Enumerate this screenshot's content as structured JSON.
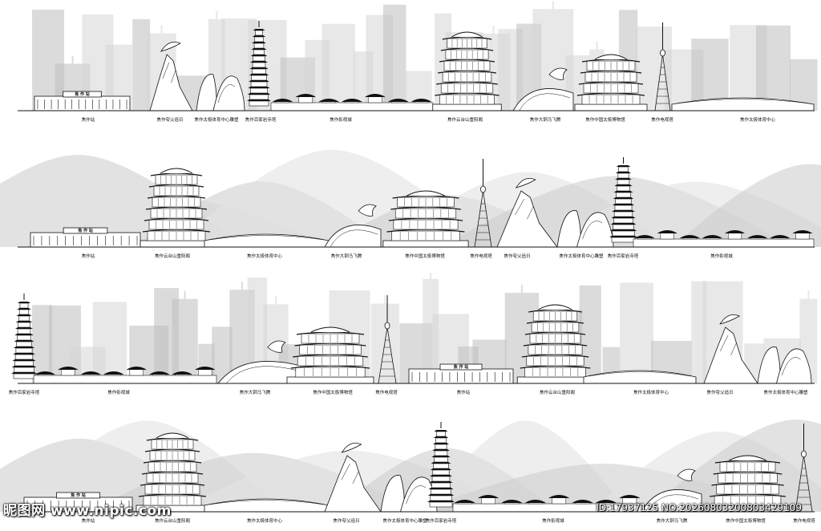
{
  "labels": {
    "station": "焦作站",
    "kuafu": "焦作夸父追日",
    "sports_sculpture": "焦作太极体育中心雕塑",
    "pagoda": "焦作百家岩寺塔",
    "film_city": "焦作影视城",
    "yuntai": "焦作云台山重阳阁",
    "horse": "焦作大铜马飞腾",
    "museum": "焦作中国太极博物馆",
    "tv_tower": "焦作电视塔",
    "sports_center": "焦作太极体育中心"
  },
  "station_sign": "焦 作 站",
  "watermark": {
    "left": "昵图网 www.nipic.com",
    "right": "ID:17937125 NO:20260803200803429109"
  },
  "panels": [
    {
      "name": "panel-1",
      "background": "city",
      "items": [
        "station",
        "kuafu",
        "sports_sculpture",
        "pagoda",
        "film_city",
        "yuntai",
        "horse",
        "museum",
        "tv_tower",
        "sports_center"
      ]
    },
    {
      "name": "panel-2",
      "background": "mountains",
      "items": [
        "station",
        "yuntai",
        "sports_center",
        "horse",
        "museum",
        "tv_tower",
        "kuafu",
        "sports_sculpture",
        "pagoda",
        "film_city"
      ]
    },
    {
      "name": "panel-3",
      "background": "city",
      "items": [
        "pagoda",
        "film_city",
        "horse",
        "museum",
        "tv_tower",
        "station",
        "yuntai",
        "sports_center",
        "kuafu",
        "sports_sculpture"
      ]
    },
    {
      "name": "panel-4",
      "background": "mountains",
      "items": [
        "station",
        "yuntai",
        "sports_center",
        "kuafu",
        "sports_sculpture",
        "pagoda",
        "film_city",
        "horse",
        "museum",
        "tv_tower"
      ]
    }
  ],
  "colors": {
    "ink": "#111111",
    "haze": "#d6d6d6",
    "haze_dark": "#bdbdbd"
  }
}
